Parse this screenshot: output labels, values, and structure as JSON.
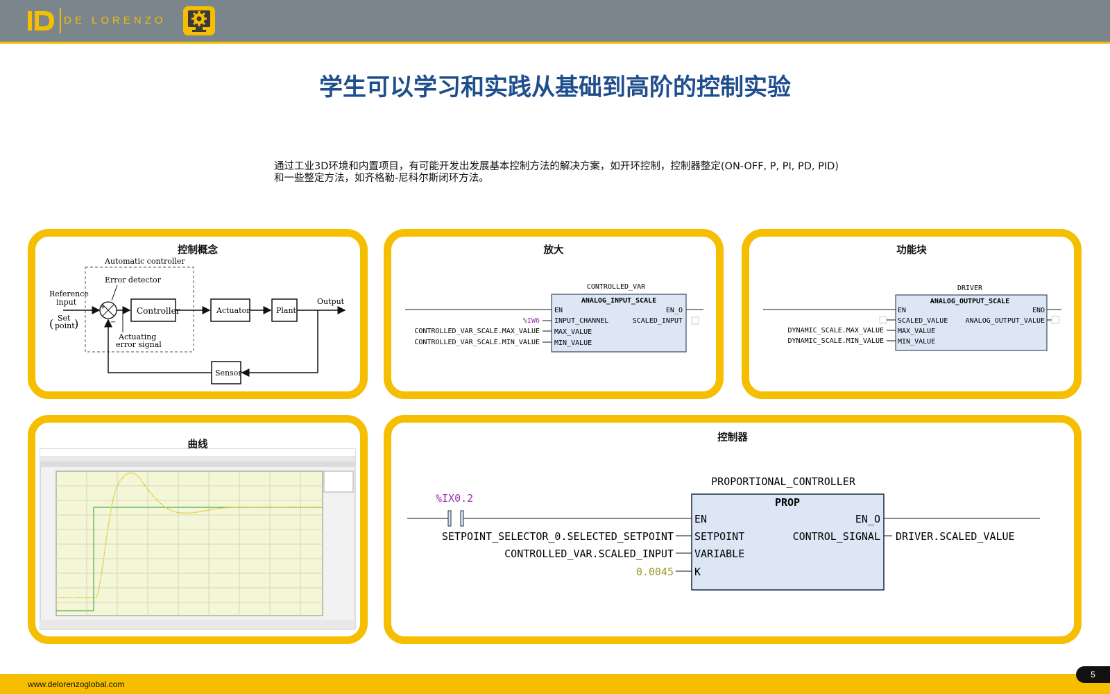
{
  "header": {
    "brand": "DE LORENZO",
    "logo_icon": "de-lorenzo-logo-icon",
    "badge_icon": "gear-screen-icon"
  },
  "title": "学生可以学习和实践从基础到高阶的控制实验",
  "description": "通过工业3D环境和内置项目，有可能开发出发展基本控制方法的解决方案，如开环控制，控制器整定(ON-OFF, P, PI, PD, PID)和一些整定方法，如齐格勒-尼科尔斯闭环方法。",
  "cards": {
    "concept": {
      "title": "控制概念",
      "labels": {
        "automatic_controller": "Automatic controller",
        "error_detector": "Error detector",
        "reference_input_1": "Reference",
        "reference_input_2": "input",
        "set_point_1": "Set",
        "set_point_2": "point",
        "controller": "Controller",
        "actuator": "Actuator",
        "plant": "Plant",
        "output": "Output",
        "actuating_1": "Actuating",
        "actuating_2": "error signal",
        "sensor": "Sensor",
        "plus": "+",
        "minus": "−"
      }
    },
    "scale": {
      "title": "放大",
      "instance": "CONTROLLED_VAR",
      "block": "ANALOG_INPUT_SCALE",
      "in_en": "EN",
      "in_1": "INPUT_CHANNEL",
      "in_2": "MAX_VALUE",
      "in_3": "MIN_VALUE",
      "out_en": "EN_O",
      "out_1": "SCALED_INPUT",
      "wire_1": "%IW6",
      "wire_2": "CONTROLLED_VAR_SCALE.MAX_VALUE",
      "wire_3": "CONTROLLED_VAR_SCALE.MIN_VALUE"
    },
    "function_block": {
      "title": "功能块",
      "instance": "DRIVER",
      "block": "ANALOG_OUTPUT_SCALE",
      "in_en": "EN",
      "in_1": "SCALED_VALUE",
      "in_2": "MAX_VALUE",
      "in_3": "MIN_VALUE",
      "out_en": "ENO",
      "out_1": "ANALOG_OUTPUT_VALUE",
      "wire_2": "DYNAMIC_SCALE.MAX_VALUE",
      "wire_3": "DYNAMIC_SCALE.MIN_VALUE"
    },
    "curve": {
      "title": "曲线"
    },
    "controller": {
      "title": "控制器",
      "instance": "PROPORTIONAL_CONTROLLER",
      "block": "PROP",
      "contact": "%IX0.2",
      "in_en": "EN",
      "in_1": "SETPOINT",
      "in_2": "VARIABLE",
      "in_3": "K",
      "out_en": "EN_O",
      "out_1": "CONTROL_SIGNAL",
      "wire_1": "SETPOINT_SELECTOR_0.SELECTED_SETPOINT",
      "wire_2": "CONTROLLED_VAR.SCALED_INPUT",
      "wire_3": "0.0045",
      "wire_out": "DRIVER.SCALED_VALUE"
    }
  },
  "footer": {
    "url": "www.delorenzoglobal.com",
    "page": "5"
  },
  "colors": {
    "accent": "#f6be00",
    "header": "#7a858c",
    "title": "#1f4e8c",
    "block_fill": "#dce6f5",
    "contact_text": "#9b2fb0",
    "constant_text": "#9a9a2a"
  }
}
